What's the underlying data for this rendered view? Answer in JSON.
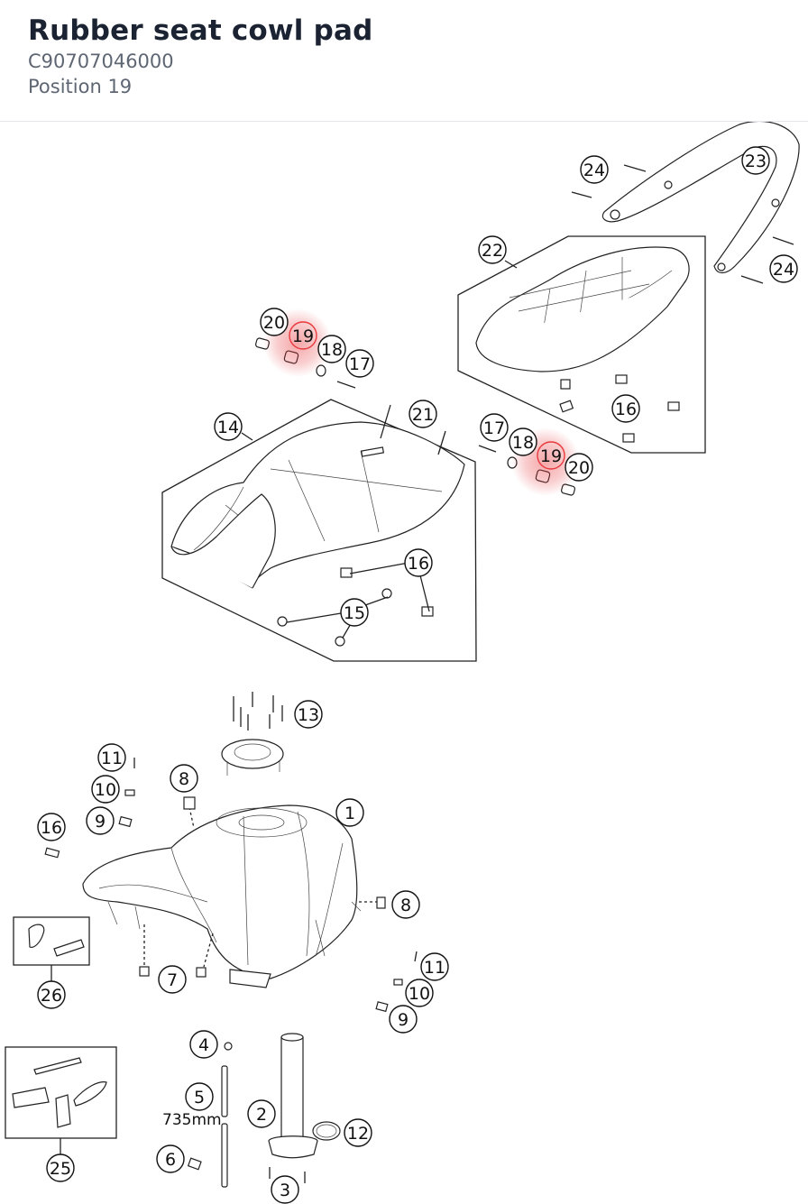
{
  "header": {
    "title": "Rubber seat cowl pad",
    "part_number": "C90707046000",
    "position": "Position 19"
  },
  "diagram": {
    "highlight_color": "#e8393d",
    "highlighted_position": "19",
    "dimension_label": "735mm",
    "callouts": [
      {
        "id": "c24a",
        "label": "24"
      },
      {
        "id": "c23",
        "label": "23"
      },
      {
        "id": "c22",
        "label": "22"
      },
      {
        "id": "c24b",
        "label": "24"
      },
      {
        "id": "c20a",
        "label": "20"
      },
      {
        "id": "c19a",
        "label": "19"
      },
      {
        "id": "c18a",
        "label": "18"
      },
      {
        "id": "c17a",
        "label": "17"
      },
      {
        "id": "c16a",
        "label": "16"
      },
      {
        "id": "c14",
        "label": "14"
      },
      {
        "id": "c21",
        "label": "21"
      },
      {
        "id": "c17b",
        "label": "17"
      },
      {
        "id": "c18b",
        "label": "18"
      },
      {
        "id": "c19b",
        "label": "19"
      },
      {
        "id": "c20b",
        "label": "20"
      },
      {
        "id": "c16b",
        "label": "16"
      },
      {
        "id": "c15",
        "label": "15"
      },
      {
        "id": "c13",
        "label": "13"
      },
      {
        "id": "c11a",
        "label": "11"
      },
      {
        "id": "c10a",
        "label": "10"
      },
      {
        "id": "c9a",
        "label": "9"
      },
      {
        "id": "c8a",
        "label": "8"
      },
      {
        "id": "c1",
        "label": "1"
      },
      {
        "id": "c16c",
        "label": "16"
      },
      {
        "id": "c8b",
        "label": "8"
      },
      {
        "id": "c26",
        "label": "26"
      },
      {
        "id": "c7",
        "label": "7"
      },
      {
        "id": "c11b",
        "label": "11"
      },
      {
        "id": "c10b",
        "label": "10"
      },
      {
        "id": "c9b",
        "label": "9"
      },
      {
        "id": "c4",
        "label": "4"
      },
      {
        "id": "c5",
        "label": "5"
      },
      {
        "id": "c2",
        "label": "2"
      },
      {
        "id": "c12",
        "label": "12"
      },
      {
        "id": "c6",
        "label": "6"
      },
      {
        "id": "c3",
        "label": "3"
      },
      {
        "id": "c25",
        "label": "25"
      }
    ]
  }
}
